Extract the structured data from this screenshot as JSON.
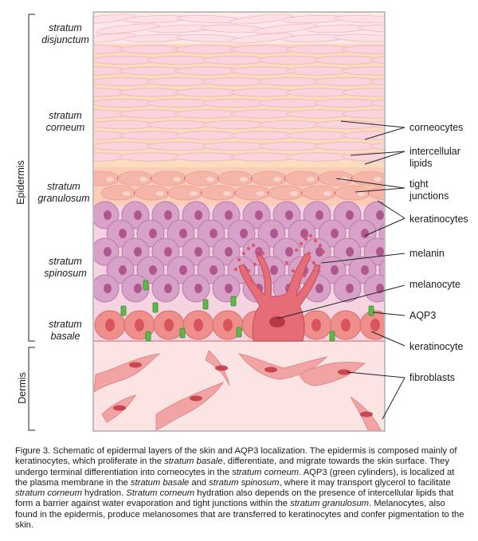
{
  "regions": {
    "epidermis": "Epidermis",
    "dermis": "Dermis"
  },
  "layers": {
    "disjunctum_l1": "stratum",
    "disjunctum_l2": "disjunctum",
    "corneum_l1": "stratum",
    "corneum_l2": "corneum",
    "granulosum_l1": "stratum",
    "granulosum_l2": "granulosum",
    "spinosum_l1": "stratum",
    "spinosum_l2": "spinosum",
    "basale_l1": "stratum",
    "basale_l2": "basale"
  },
  "callouts": {
    "corneocytes": "corneocytes",
    "intercellular_l1": "intercellular",
    "intercellular_l2": "lipids",
    "tight_l1": "tight",
    "tight_l2": "junctions",
    "keratinocytes": "keratinocytes",
    "melanin": "melanin",
    "melanocyte": "melanocyte",
    "aqp3": "AQP3",
    "keratinocyte": "keratinocyte",
    "fibroblasts": "fibroblasts"
  },
  "colors": {
    "corneum_band": "#fbd9b8",
    "corneocyte": "#fbd3dc",
    "granulosum_cell": "#f6b5a9",
    "keratinocyte": "#d8a2c8",
    "nucleus": "#b0568f",
    "basal_cell": "#ef8f8c",
    "melanocyte": "#e06a73",
    "aqp3": "#5fb84a",
    "dermis": "#fde7e7",
    "fibroblast": "#f2a3a3"
  },
  "caption": {
    "p1": "Figure 3. Schematic of epidermal layers of the skin and AQP3 localization. The epidermis is composed mainly of keratinocytes, which proliferate in the ",
    "i1": "stratum basale",
    "p2": ", differentiate, and migrate towards the skin surface. They undergo terminal differentiation into corneocytes in the ",
    "i2": "stratum corneum",
    "p3": ". AQP3 (green cylinders), is localized at the plasma membrane in the ",
    "i3": "stratum basale",
    "p4": " and ",
    "i4": "stratum spinosum",
    "p5": ", where it may transport glycerol to facilitate ",
    "i5": "stratum corneum",
    "p6": " hydration. ",
    "i6": "Stratum corneum",
    "p7": " hydration also depends on the presence of intercellular lipids that form a barrier against water evaporation and tight junctions within the ",
    "i7": "stratum granulosum",
    "p8": ". Melanocytes, also found in the epidermis, produce melanosomes that are transferred to keratinocytes and confer pigmentation to the skin."
  }
}
